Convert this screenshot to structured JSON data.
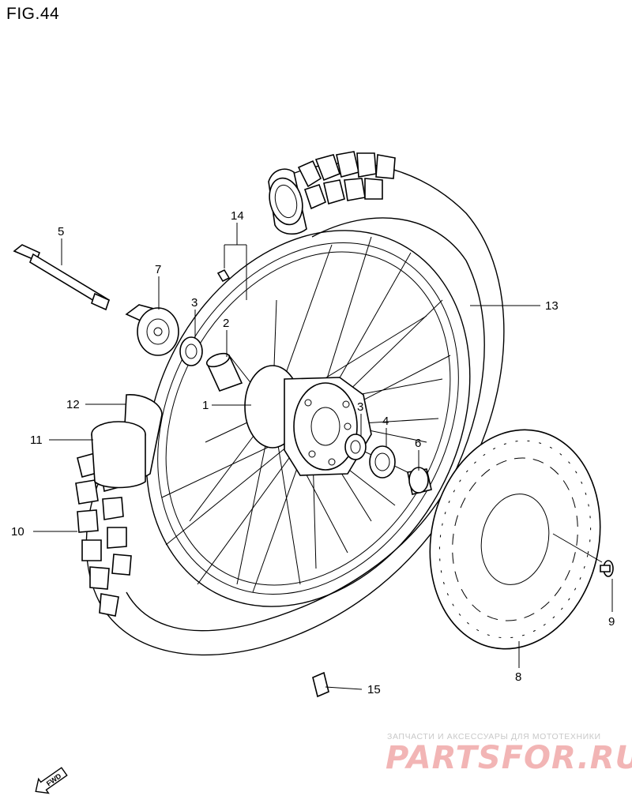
{
  "figure": {
    "title": "FIG.44"
  },
  "callouts": [
    {
      "id": "c1",
      "label": "1"
    },
    {
      "id": "c2",
      "label": "2"
    },
    {
      "id": "c3a",
      "label": "3"
    },
    {
      "id": "c3b",
      "label": "3"
    },
    {
      "id": "c4",
      "label": "4"
    },
    {
      "id": "c5",
      "label": "5"
    },
    {
      "id": "c6",
      "label": "6"
    },
    {
      "id": "c7",
      "label": "7"
    },
    {
      "id": "c8",
      "label": "8"
    },
    {
      "id": "c9",
      "label": "9"
    },
    {
      "id": "c10",
      "label": "10"
    },
    {
      "id": "c11",
      "label": "11"
    },
    {
      "id": "c12",
      "label": "12"
    },
    {
      "id": "c13",
      "label": "13"
    },
    {
      "id": "c14",
      "label": "14"
    },
    {
      "id": "c15",
      "label": "15"
    }
  ],
  "fwd_arrow": {
    "label": "FWD",
    "icon": "forward-arrow-icon"
  },
  "watermark": {
    "tagline": "ЗАПЧАСТИ И АКСЕССУАРЫ ДЛЯ МОТОТЕХНИКИ",
    "logo": "PARTSFOR.RU",
    "color": "#f2b5b5"
  }
}
